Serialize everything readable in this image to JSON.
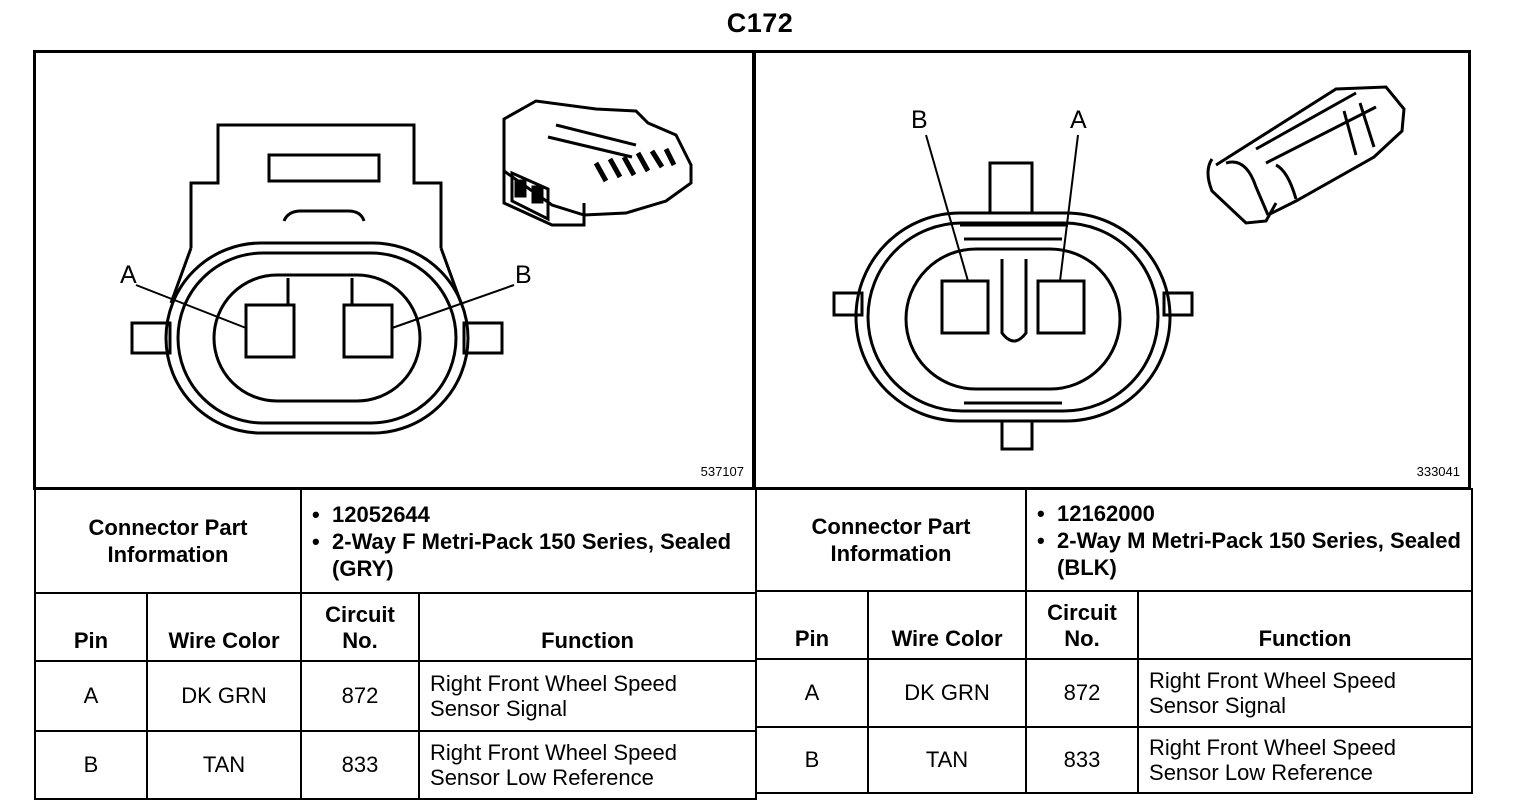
{
  "title": "C172",
  "connectors": [
    {
      "image_id": "537107",
      "pin_labels": [
        "A",
        "B"
      ],
      "part_info_label": "Connector Part Information",
      "part_info": [
        "12052644",
        "2-Way F Metri-Pack 150 Series, Sealed (GRY)"
      ],
      "headers": {
        "pin": "Pin",
        "wire_color": "Wire Color",
        "circuit": "Circuit No.",
        "function": "Function"
      },
      "rows": [
        {
          "pin": "A",
          "wire_color": "DK GRN",
          "circuit": "872",
          "function": "Right Front Wheel Speed Sensor Signal"
        },
        {
          "pin": "B",
          "wire_color": "TAN",
          "circuit": "833",
          "function": "Right Front Wheel Speed Sensor Low Reference"
        }
      ]
    },
    {
      "image_id": "333041",
      "pin_labels": [
        "B",
        "A"
      ],
      "part_info_label": "Connector Part Information",
      "part_info": [
        "12162000",
        "2-Way M Metri-Pack 150 Series, Sealed (BLK)"
      ],
      "headers": {
        "pin": "Pin",
        "wire_color": "Wire Color",
        "circuit": "Circuit No.",
        "function": "Function"
      },
      "rows": [
        {
          "pin": "A",
          "wire_color": "DK GRN",
          "circuit": "872",
          "function": "Right Front Wheel Speed Sensor Signal"
        },
        {
          "pin": "B",
          "wire_color": "TAN",
          "circuit": "833",
          "function": "Right Front Wheel Speed Sensor Low Reference"
        }
      ]
    }
  ]
}
